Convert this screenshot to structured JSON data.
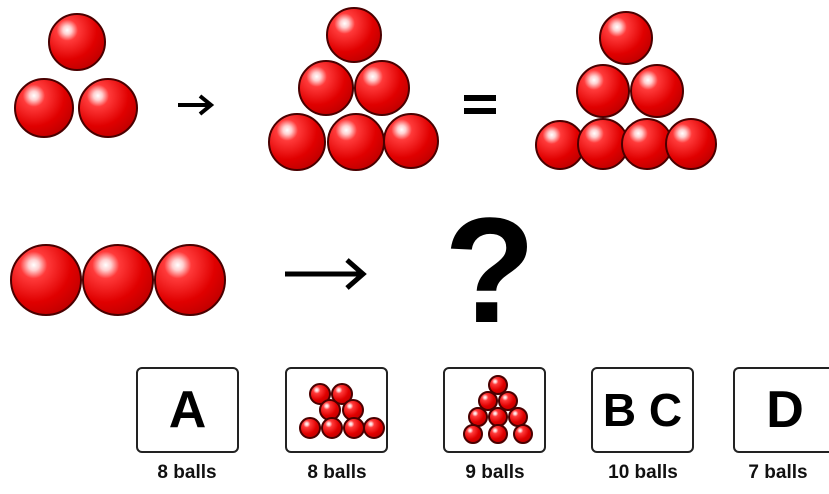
{
  "equals_sign": "=",
  "question_mark": "?",
  "options": [
    {
      "letter": "A",
      "caption": "8 balls"
    },
    {
      "letter": "",
      "caption": "8 balls"
    },
    {
      "letter": "",
      "caption": "9 balls"
    },
    {
      "letter": "B C",
      "caption": "10 balls"
    },
    {
      "letter": "D",
      "caption": "7 balls"
    }
  ],
  "icons": [
    "red-ball-icon",
    "right-arrow-icon",
    "question-mark-icon"
  ],
  "colors": {
    "ball": "#e00000",
    "ball_outline": "#4a0000",
    "text": "#000000"
  }
}
